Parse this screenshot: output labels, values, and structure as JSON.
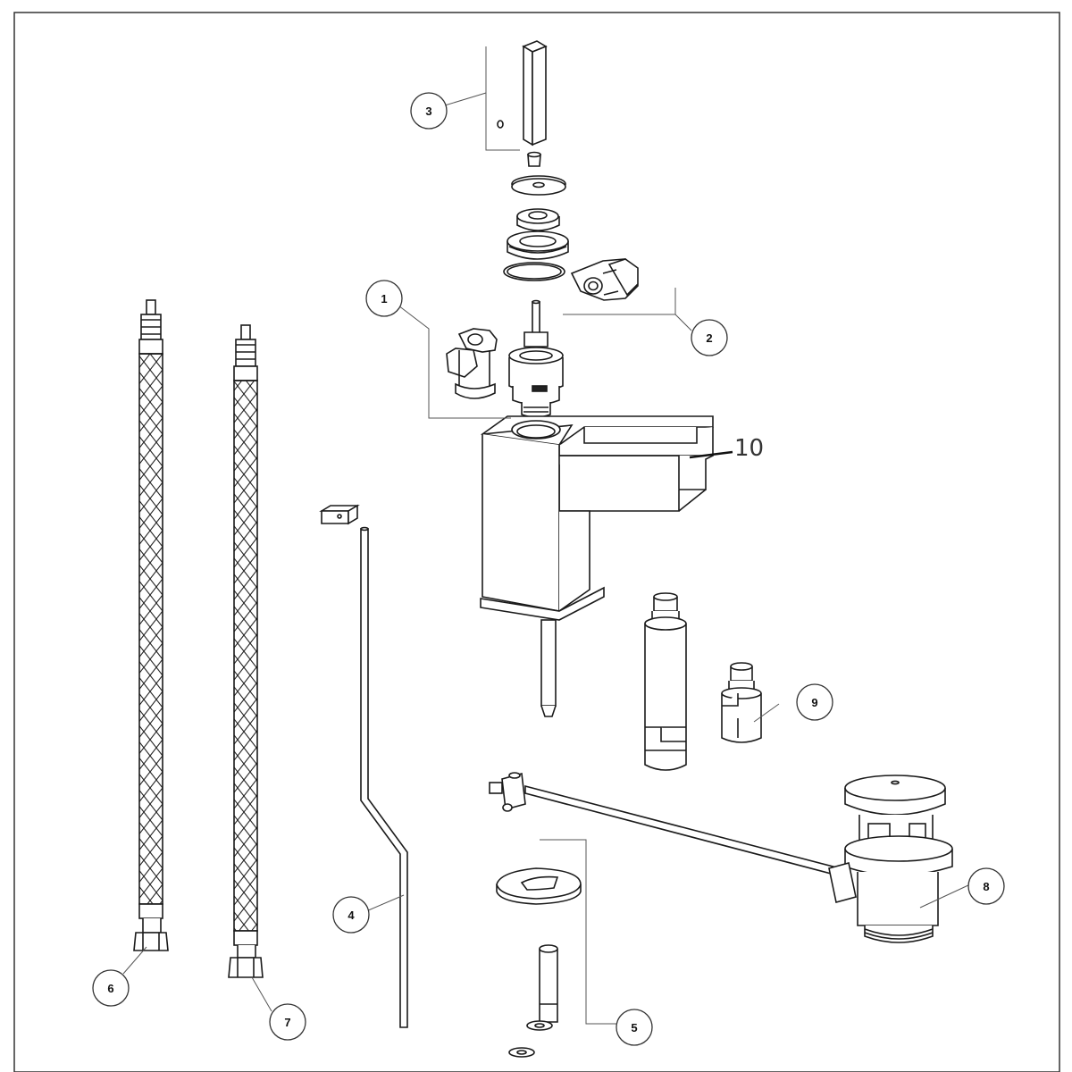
{
  "callouts": {
    "c1": "1",
    "c2": "2",
    "c3": "3",
    "c4": "4",
    "c5": "5",
    "c6": "6",
    "c7": "7",
    "c8": "8",
    "c9": "9",
    "c10": "10"
  },
  "colors": {
    "line": "#1a1a1a",
    "frame": "#333333",
    "leader": "#555555"
  }
}
